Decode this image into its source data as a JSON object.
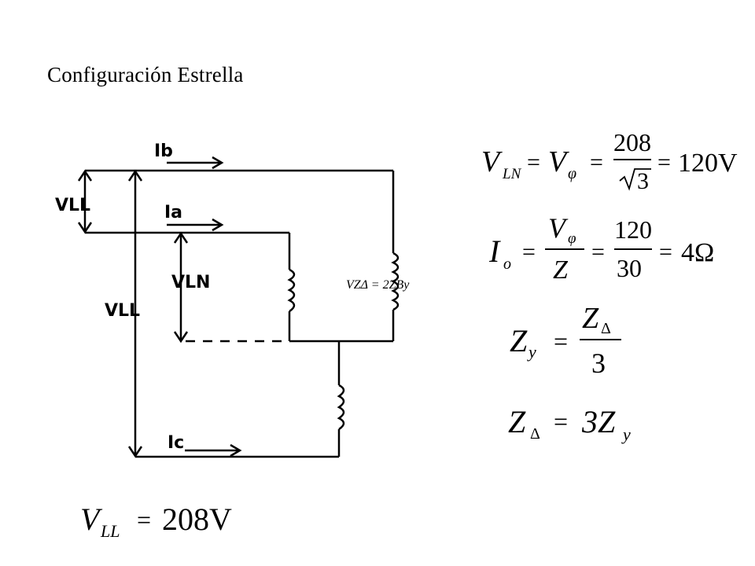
{
  "title": "Configuración Estrella",
  "circuit": {
    "labels": {
      "ib": "Ib",
      "ia": "Ia",
      "ic": "Ic",
      "vll_top": "VLL",
      "vll_left": "VLL",
      "vln": "VLN"
    },
    "overlay_text": "VZΔ = 2ZBy"
  },
  "equations": {
    "eq1": {
      "v": "V",
      "ln": "LN",
      "eq_a": "=",
      "v2": "V",
      "phi": "φ",
      "eq_b": "=",
      "num": "208",
      "sqrt_arg": "3",
      "eq_c": "=",
      "result": "120V"
    },
    "eq2": {
      "i": "I",
      "o": "o",
      "eq_a": "=",
      "num_v": "V",
      "num_phi": "φ",
      "den": "Z",
      "eq_b": "=",
      "num2": "120",
      "den2": "30",
      "eq_c": "=",
      "result": "4Ω"
    },
    "eq3": {
      "z": "Z",
      "y": "y",
      "eq": "=",
      "num_z": "Z",
      "num_delta": "Δ",
      "den": "3"
    },
    "eq4": {
      "z": "Z",
      "delta": "Δ",
      "eq": "=",
      "coef": "3Z",
      "y": "y"
    },
    "eq5": {
      "v": "V",
      "ll": "LL",
      "eq": "=",
      "value": "208V"
    }
  }
}
